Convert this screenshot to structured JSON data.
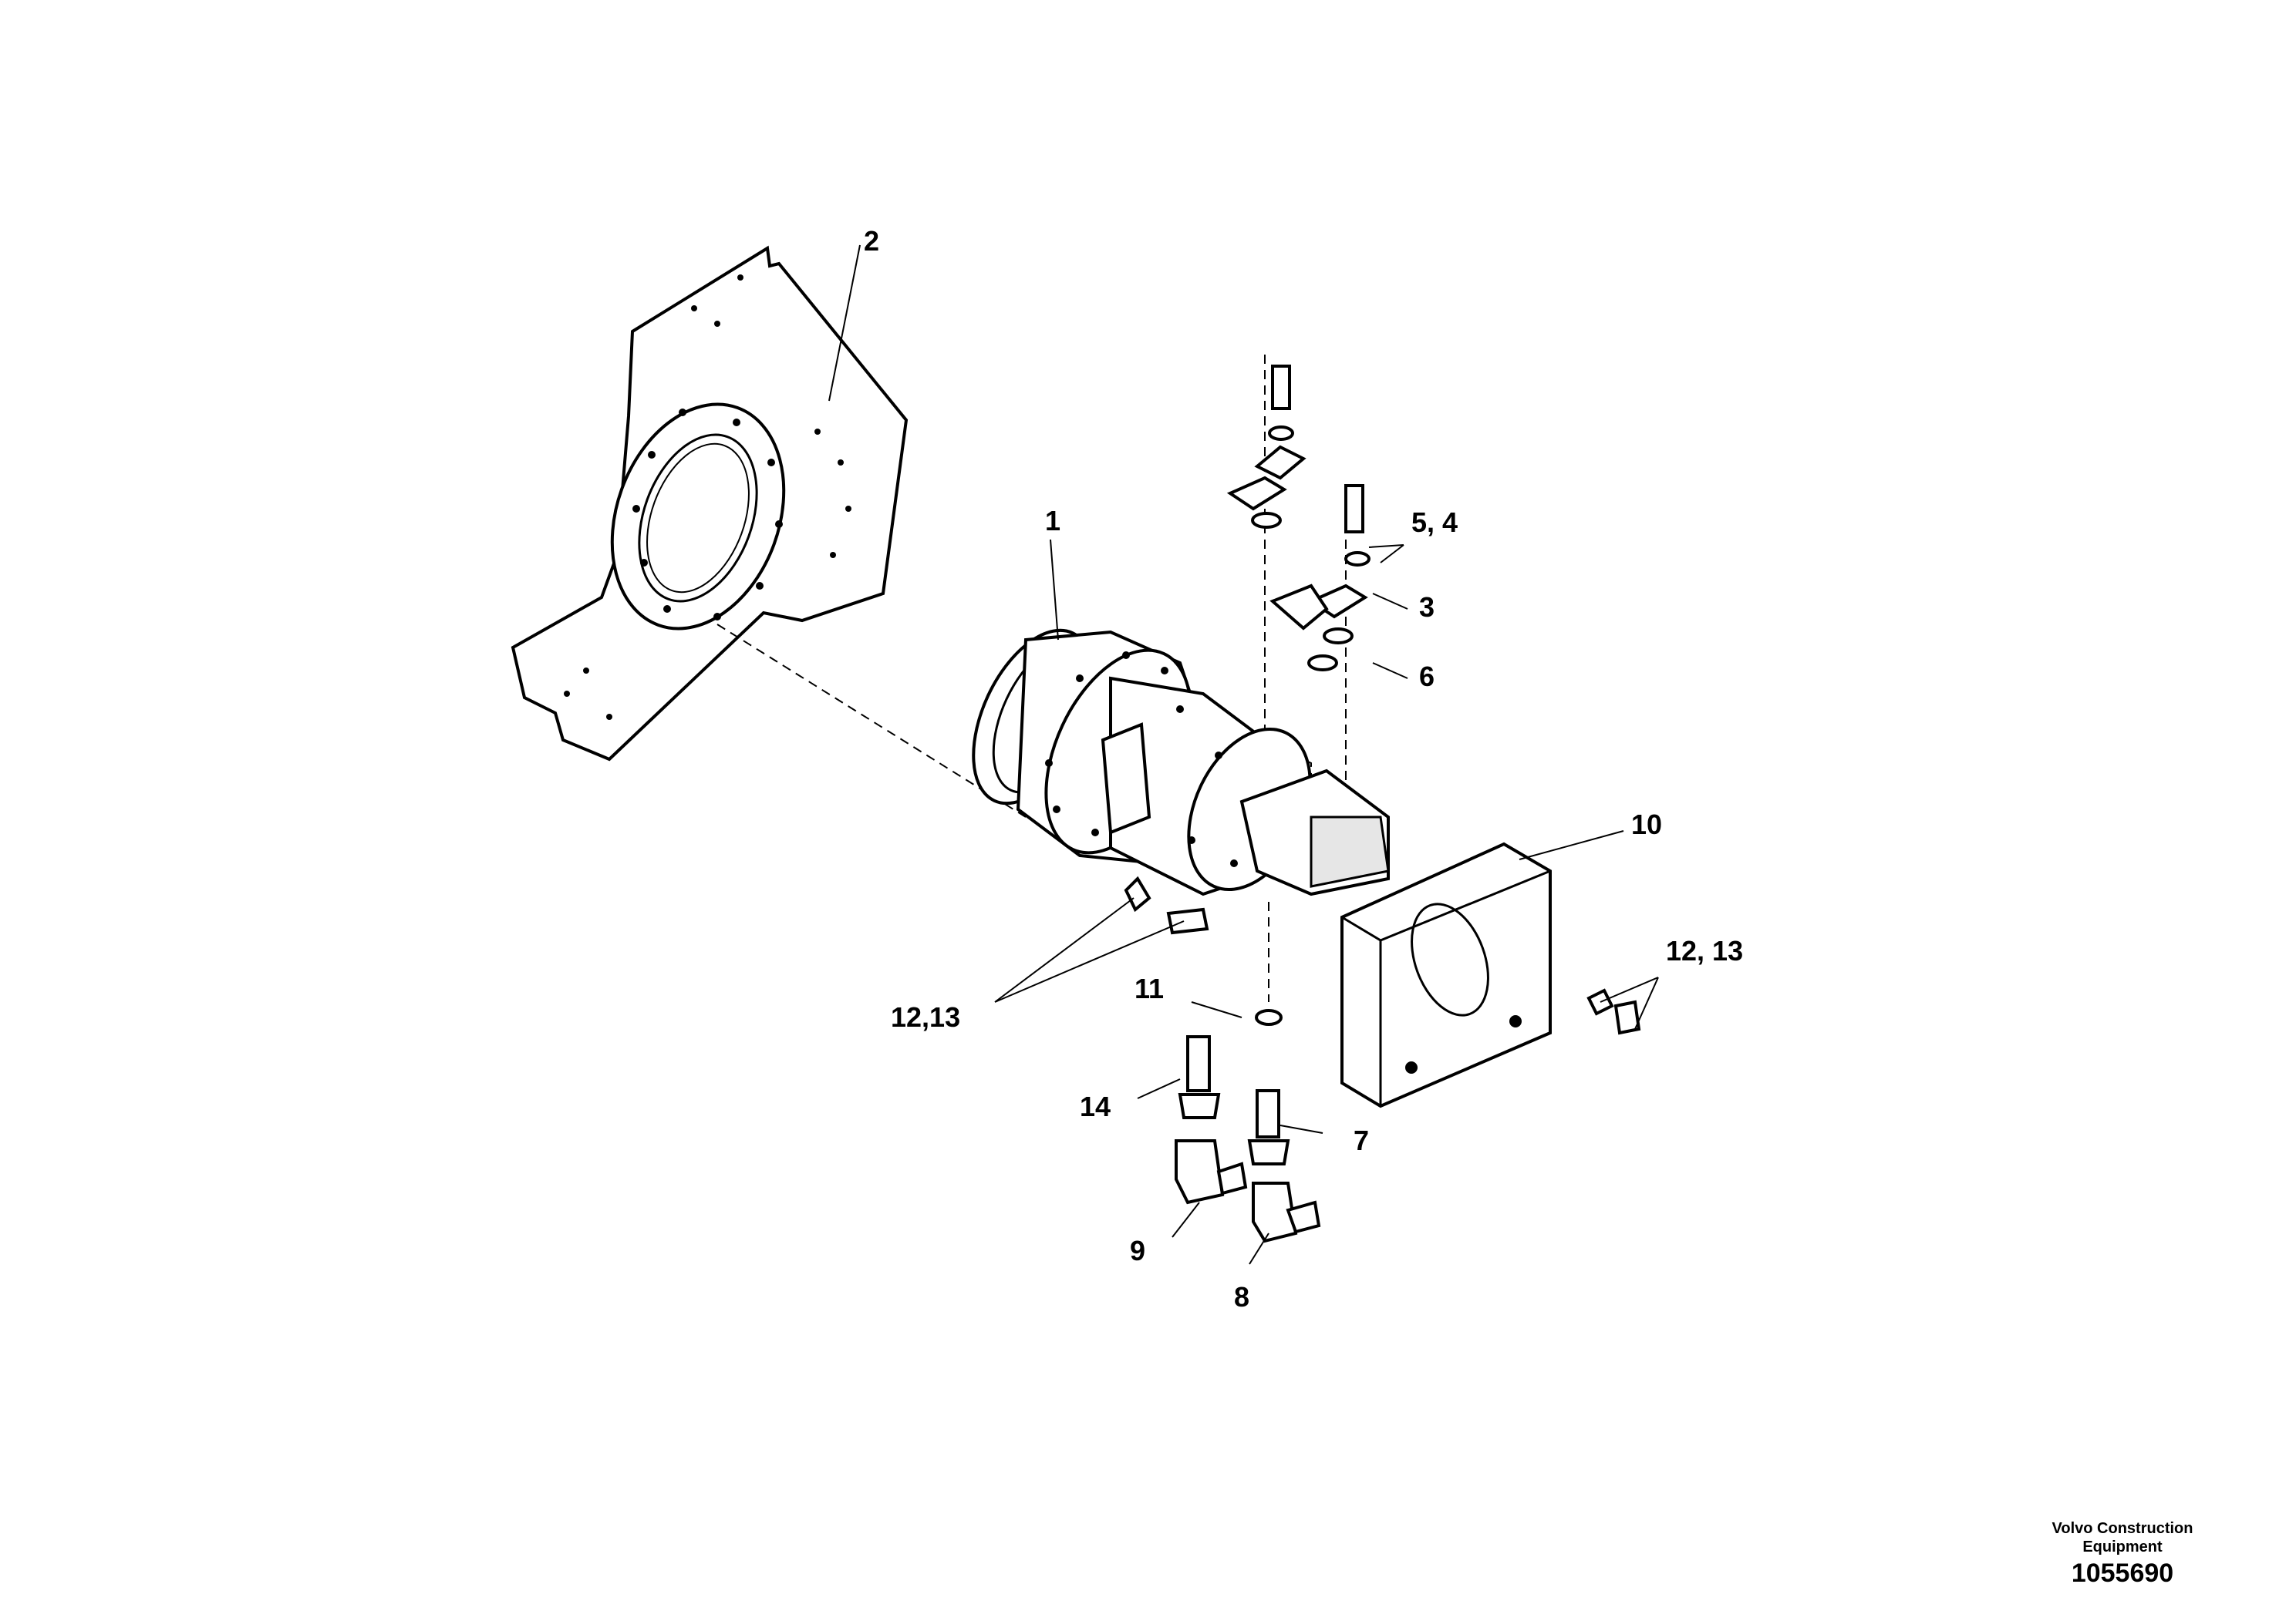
{
  "callouts": {
    "c1": "1",
    "c2": "2",
    "c3": "3",
    "c5_4": "5, 4",
    "c6": "6",
    "c7": "7",
    "c8": "8",
    "c9": "9",
    "c10": "10",
    "c11": "11",
    "c12_13_left": "12,13",
    "c12_13_right": "12, 13",
    "c14": "14"
  },
  "footer": {
    "company_line1": "Volvo Construction",
    "company_line2": "Equipment",
    "document_number": "1055690"
  }
}
